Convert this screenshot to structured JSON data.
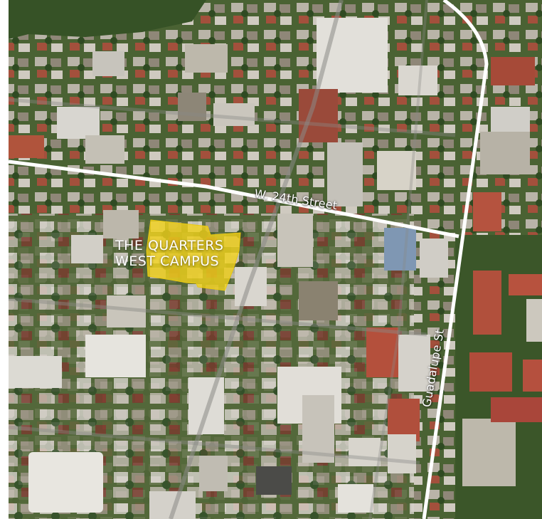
{
  "map": {
    "type": "aerial-satellite",
    "colors": {
      "background_white": "#ffffff",
      "vegetation": "#3f5a2c",
      "roof_light": "#c9c7c0",
      "roof_red": "#a64a38",
      "road": "#8a8a86",
      "highlight": "#f2d21a",
      "street_line": "#ffffff"
    }
  },
  "streets": {
    "w24th": {
      "label": "W. 24th Street"
    },
    "guadalupe": {
      "label": "Guadalupe St"
    }
  },
  "property": {
    "line1": "THE QUARTERS",
    "line2": "WEST CAMPUS"
  }
}
